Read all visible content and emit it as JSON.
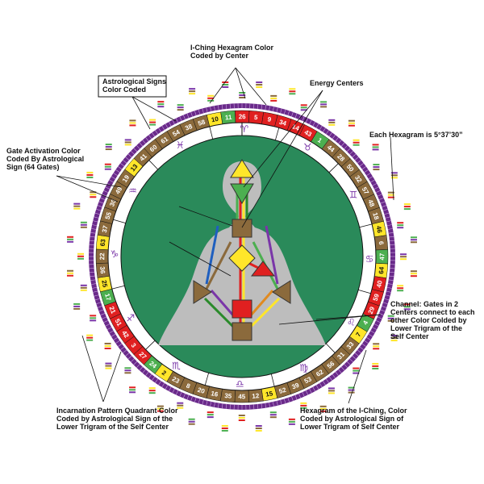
{
  "colors": {
    "gold": "#ffe62a",
    "brown": "#8b6a3c",
    "green": "#4caf50",
    "red": "#e02020",
    "outer_ring": "#6a2a8a",
    "body": "#bdbdbd",
    "sign_glyph": "#7a36a8"
  },
  "wheel": {
    "gates": [
      {
        "n": "10",
        "c": "#ffe62a"
      },
      {
        "n": "11",
        "c": "#4caf50"
      },
      {
        "n": "26",
        "c": "#e02020"
      },
      {
        "n": "5",
        "c": "#e02020"
      },
      {
        "n": "9",
        "c": "#e02020"
      },
      {
        "n": "34",
        "c": "#e02020"
      },
      {
        "n": "14",
        "c": "#e02020"
      },
      {
        "n": "43",
        "c": "#e02020"
      },
      {
        "n": "1",
        "c": "#4caf50"
      },
      {
        "n": "44",
        "c": "#8b6a3c"
      },
      {
        "n": "28",
        "c": "#8b6a3c"
      },
      {
        "n": "50",
        "c": "#8b6a3c"
      },
      {
        "n": "32",
        "c": "#8b6a3c"
      },
      {
        "n": "57",
        "c": "#8b6a3c"
      },
      {
        "n": "48",
        "c": "#8b6a3c"
      },
      {
        "n": "18",
        "c": "#8b6a3c"
      },
      {
        "n": "46",
        "c": "#ffe62a"
      },
      {
        "n": "6",
        "c": "#8b6a3c"
      },
      {
        "n": "47",
        "c": "#4caf50"
      },
      {
        "n": "64",
        "c": "#ffe62a"
      },
      {
        "n": "40",
        "c": "#e02020"
      },
      {
        "n": "59",
        "c": "#e02020"
      },
      {
        "n": "29",
        "c": "#e02020"
      },
      {
        "n": "4",
        "c": "#4caf50"
      },
      {
        "n": "7",
        "c": "#ffe62a"
      },
      {
        "n": "33",
        "c": "#8b6a3c"
      },
      {
        "n": "31",
        "c": "#8b6a3c"
      },
      {
        "n": "56",
        "c": "#8b6a3c"
      },
      {
        "n": "62",
        "c": "#8b6a3c"
      },
      {
        "n": "53",
        "c": "#8b6a3c"
      },
      {
        "n": "39",
        "c": "#8b6a3c"
      },
      {
        "n": "52",
        "c": "#8b6a3c"
      },
      {
        "n": "15",
        "c": "#ffe62a"
      },
      {
        "n": "12",
        "c": "#8b6a3c"
      },
      {
        "n": "45",
        "c": "#8b6a3c"
      },
      {
        "n": "35",
        "c": "#8b6a3c"
      },
      {
        "n": "16",
        "c": "#8b6a3c"
      },
      {
        "n": "20",
        "c": "#8b6a3c"
      },
      {
        "n": "8",
        "c": "#8b6a3c"
      },
      {
        "n": "23",
        "c": "#8b6a3c"
      },
      {
        "n": "2",
        "c": "#ffe62a"
      },
      {
        "n": "24",
        "c": "#4caf50"
      },
      {
        "n": "27",
        "c": "#e02020"
      },
      {
        "n": "3",
        "c": "#e02020"
      },
      {
        "n": "42",
        "c": "#e02020"
      },
      {
        "n": "51",
        "c": "#e02020"
      },
      {
        "n": "21",
        "c": "#e02020"
      },
      {
        "n": "17",
        "c": "#4caf50"
      },
      {
        "n": "25",
        "c": "#ffe62a"
      },
      {
        "n": "36",
        "c": "#8b6a3c"
      },
      {
        "n": "22",
        "c": "#8b6a3c"
      },
      {
        "n": "63",
        "c": "#ffe62a"
      },
      {
        "n": "37",
        "c": "#8b6a3c"
      },
      {
        "n": "55",
        "c": "#8b6a3c"
      },
      {
        "n": "30",
        "c": "#8b6a3c"
      },
      {
        "n": "49",
        "c": "#8b6a3c"
      },
      {
        "n": "19",
        "c": "#8b6a3c"
      },
      {
        "n": "13",
        "c": "#ffe62a"
      },
      {
        "n": "41",
        "c": "#8b6a3c"
      },
      {
        "n": "60",
        "c": "#8b6a3c"
      },
      {
        "n": "61",
        "c": "#8b6a3c"
      },
      {
        "n": "54",
        "c": "#8b6a3c"
      },
      {
        "n": "38",
        "c": "#8b6a3c"
      },
      {
        "n": "58",
        "c": "#8b6a3c"
      }
    ],
    "signs": [
      "♈",
      "♉",
      "♊",
      "♋",
      "♌",
      "♍",
      "♎",
      "♏",
      "♐",
      "♑",
      "♒",
      "♓"
    ]
  },
  "annotations": {
    "iching": [
      "I-Ching Hexagram Color",
      "Coded by Center"
    ],
    "signs_box": [
      "Astrological Signs",
      "Color Coded"
    ],
    "energy": [
      "Energy Centers"
    ],
    "hexagram_angle": [
      "Each Hexagram is 5°37’30”"
    ],
    "gate_activation": [
      "Gate Activation Color",
      "Coded By Astrological",
      "Sign (64 Gates)"
    ],
    "channel": [
      "Channel: Gates in 2",
      "Centers connect to each",
      "other Color Colded by",
      "Lower Trigram of the",
      "Self Center"
    ],
    "incarnation": [
      "Incarnation Pattern Quadrant Color",
      "Coded by Astrological Sign of the",
      "Lower Trigram of the Self Center"
    ],
    "hexagram_color": [
      "Hexagram of the I-Ching, Color",
      "Coded by Astrological Sign of",
      "Lower Trigram of Self Center"
    ]
  }
}
